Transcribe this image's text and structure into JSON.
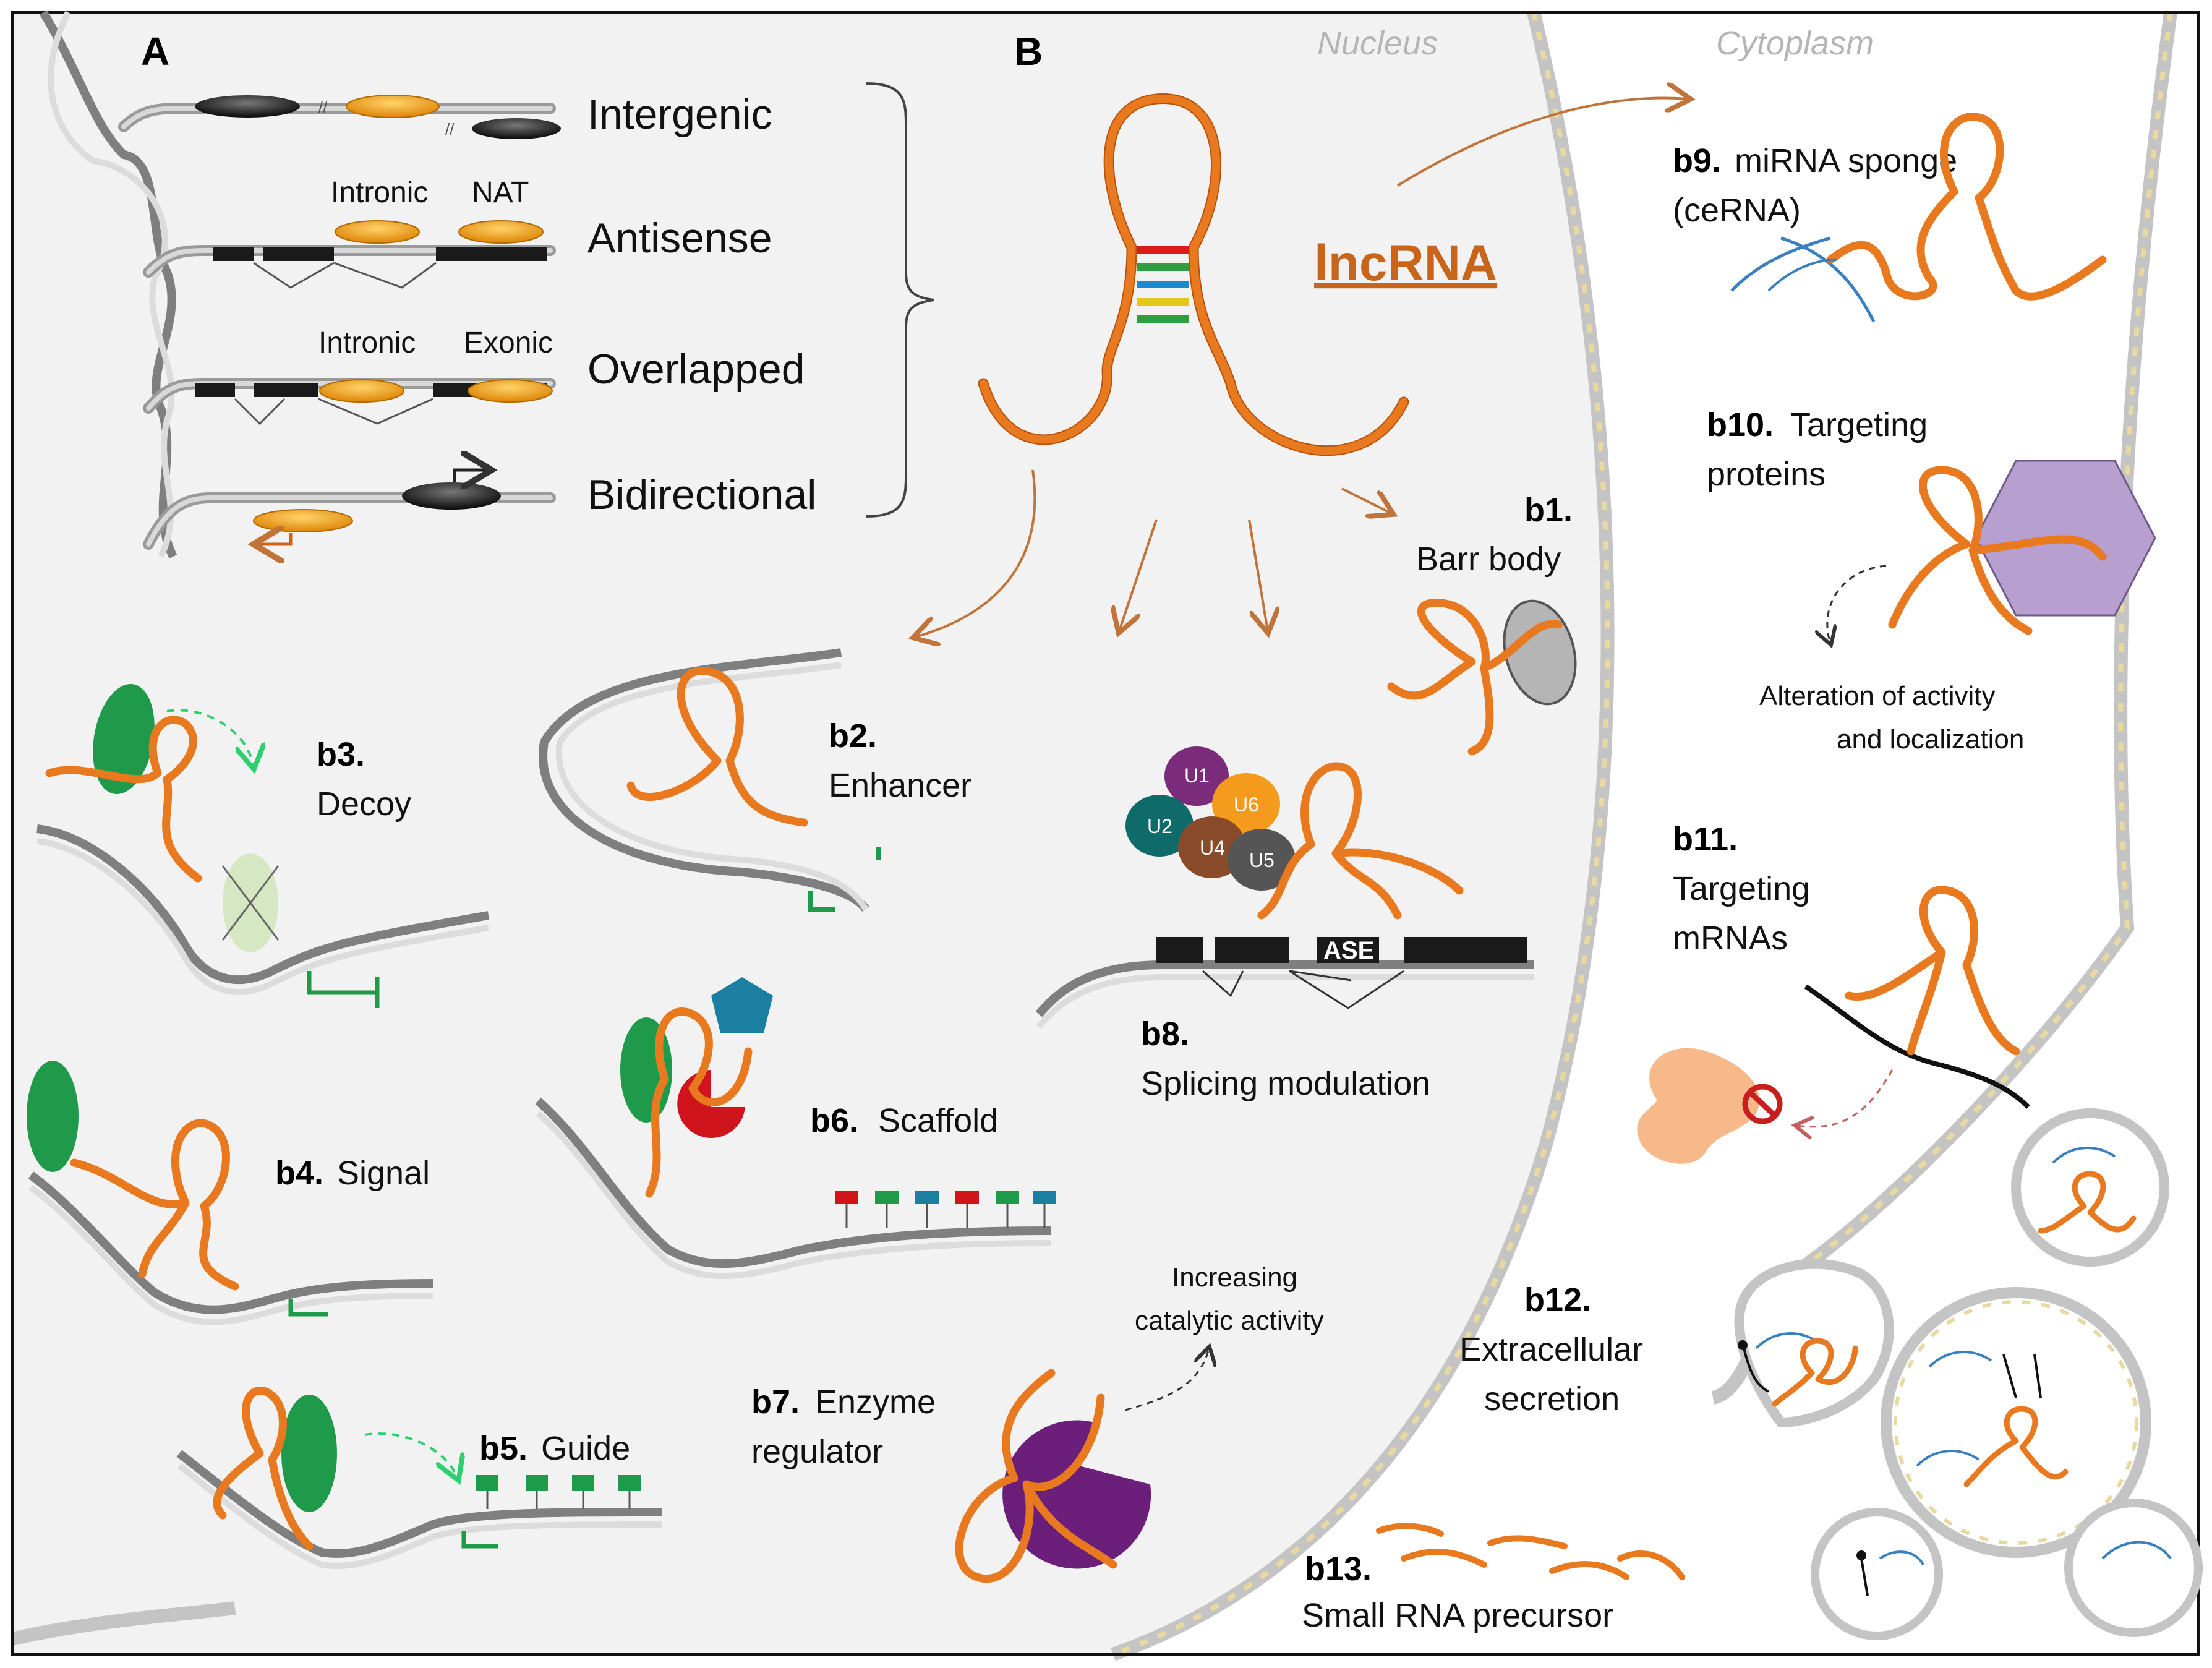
{
  "panel_a": {
    "letter": "A",
    "types": {
      "intergenic": "Intergenic",
      "antisense": "Antisense",
      "overlapped": "Overlapped",
      "bidirectional": "Bidirectional"
    },
    "antisense_sublabels": [
      "Intronic",
      "NAT"
    ],
    "overlapped_sublabels": [
      "Intronic",
      "Exonic"
    ]
  },
  "panel_b": {
    "letter": "B",
    "nucleus": "Nucleus",
    "cytoplasm": "Cytoplasm",
    "center_label": "lncRNA",
    "mechanisms": {
      "b1": {
        "code": "b1.",
        "text": "Barr body"
      },
      "b2": {
        "code": "b2.",
        "text": "Enhancer"
      },
      "b3": {
        "code": "b3.",
        "text": "Decoy"
      },
      "b4": {
        "code": "b4.",
        "text": "Signal"
      },
      "b5": {
        "code": "b5.",
        "text": "Guide"
      },
      "b6": {
        "code": "b6.",
        "text": "Scaffold"
      },
      "b7": {
        "code": "b7.",
        "line1": "Enzyme",
        "line2": "regulator"
      },
      "b8": {
        "code": "b8.",
        "text": "Splicing modulation"
      },
      "b9": {
        "code": "b9.",
        "line1": "miRNA sponge",
        "line2": "(ceRNA)"
      },
      "b10": {
        "code": "b10.",
        "line1": "Targeting",
        "line2": "proteins"
      },
      "b11": {
        "code": "b11.",
        "line1": "Targeting",
        "line2": "mRNAs"
      },
      "b12": {
        "code": "b12.",
        "line1": "Extracellular",
        "line2": "secretion"
      },
      "b13": {
        "code": "b13.",
        "text": "Small RNA precursor"
      }
    },
    "b7_note": {
      "line1": "Increasing",
      "line2": "catalytic activity"
    },
    "b10_note": {
      "line1": "Alteration of activity",
      "line2": "and localization"
    },
    "snrnps": [
      "U1",
      "U6",
      "U2",
      "U4",
      "U5"
    ],
    "ase_label": "ASE"
  },
  "colors": {
    "lncrna": "#e8791f",
    "lncrna_title": "#c8651b",
    "protein_green": "#1e9a4a",
    "enzyme_purple": "#6b1f7a",
    "protein_red": "#d0141b",
    "protein_blue": "#1a7fa0",
    "hexagon": "#b79fcf",
    "ribosome": "#f7b98a",
    "arrow": "#c0743a"
  }
}
